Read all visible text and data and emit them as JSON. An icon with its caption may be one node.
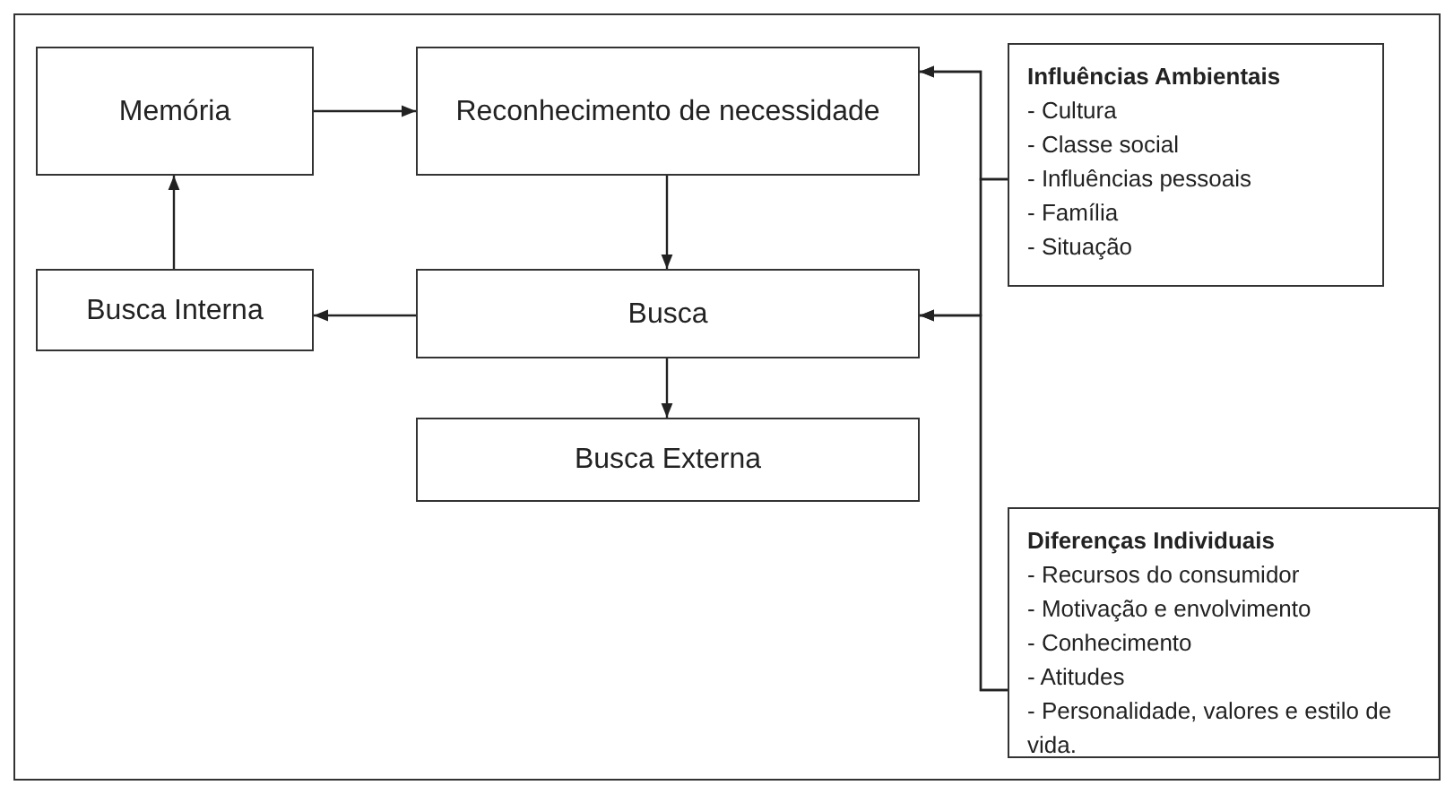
{
  "diagram": {
    "nodes": [
      {
        "text": [
          "Memória"
        ]
      },
      {
        "text": [
          "Reconhecimento de necessidade"
        ]
      },
      {
        "text": [
          "Busca Interna"
        ]
      },
      {
        "text": [
          "Busca"
        ]
      },
      {
        "text": [
          "Busca Externa"
        ]
      },
      {
        "text": [
          "Influências Ambientais",
          "- Cultura",
          "- Classe social",
          "- Influências pessoais",
          "- Família",
          "- Situação"
        ]
      },
      {
        "text": [
          "Diferenças Individuais",
          "- Recursos do consumidor",
          "- Motivação e envolvimento",
          "- Conhecimento",
          "- Atitudes",
          "- Personalidade, valores e estilo de vida."
        ]
      }
    ],
    "edges": [
      {
        "from": 0,
        "to": 1,
        "arrow": "to"
      },
      {
        "from": 2,
        "to": 0,
        "arrow": "to"
      },
      {
        "from": 3,
        "to": 2,
        "arrow": "to"
      },
      {
        "from": 1,
        "to": 3,
        "arrow": "to"
      },
      {
        "from": 3,
        "to": 4,
        "arrow": "to"
      },
      {
        "from": 5,
        "to": 1,
        "arrow": "to"
      },
      {
        "from": 5,
        "to": 3,
        "arrow": "to"
      },
      {
        "from": 6,
        "to": 1,
        "arrow": "to"
      },
      {
        "from": 6,
        "to": 3,
        "arrow": "to"
      }
    ]
  }
}
